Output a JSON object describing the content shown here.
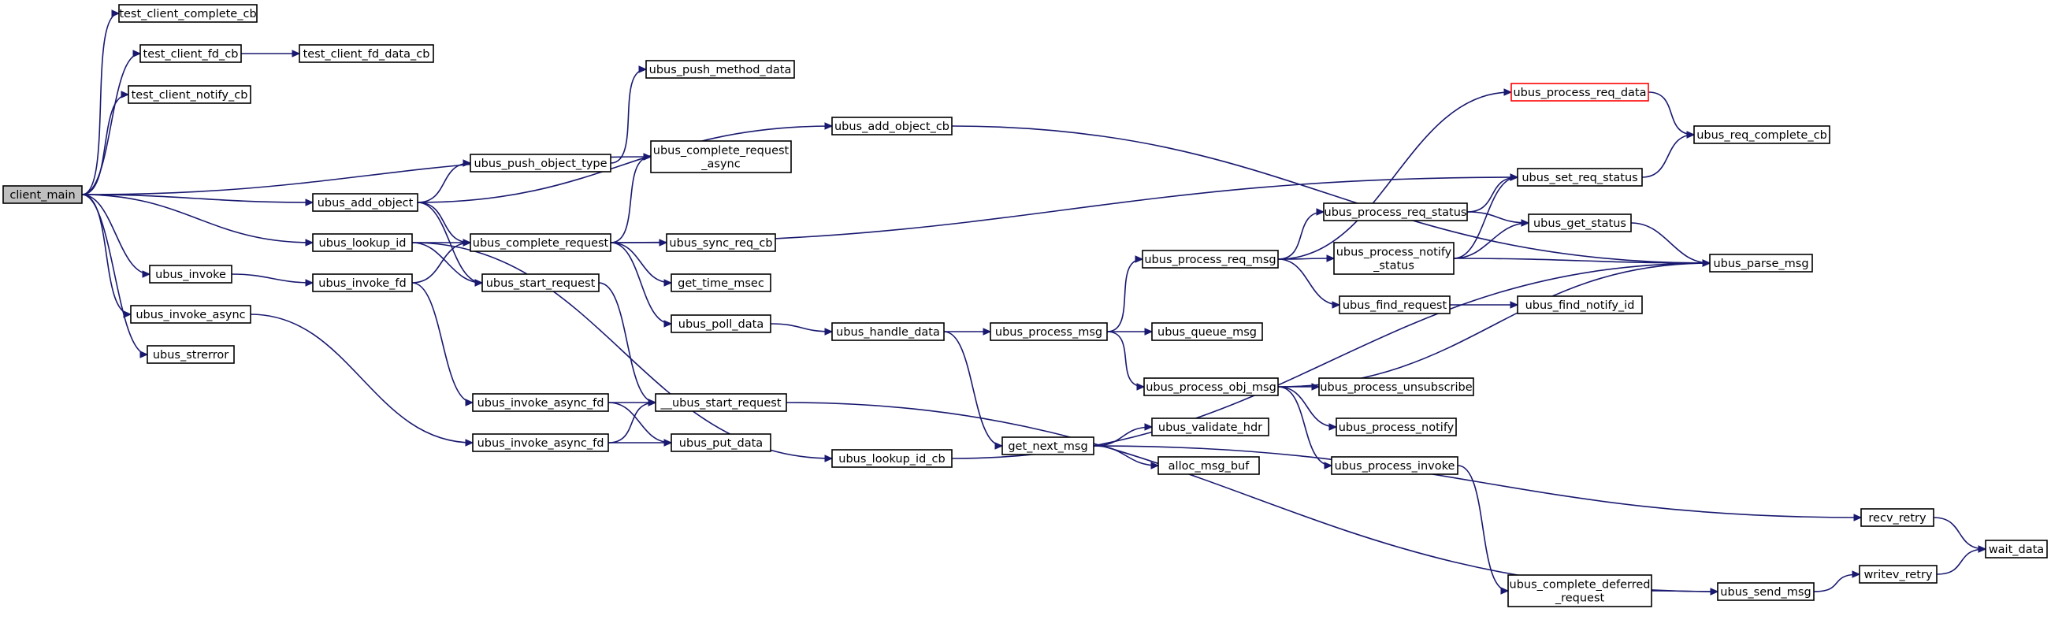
{
  "colors": {
    "edge": "#191970",
    "node_border": "#000000",
    "node_fill": "#ffffff",
    "root_fill": "#bfbfbf",
    "highlight_border": "#ff0000"
  },
  "nodes": [
    {
      "id": "client_main",
      "label": "client_main",
      "root": true
    },
    {
      "id": "test_client_complete_cb",
      "label": "test_client_complete_cb"
    },
    {
      "id": "test_client_fd_cb",
      "label": "test_client_fd_cb"
    },
    {
      "id": "test_client_fd_data_cb",
      "label": "test_client_fd_data_cb"
    },
    {
      "id": "test_client_notify_cb",
      "label": "test_client_notify_cb"
    },
    {
      "id": "ubus_add_object",
      "label": "ubus_add_object"
    },
    {
      "id": "ubus_lookup_id",
      "label": "ubus_lookup_id"
    },
    {
      "id": "ubus_invoke",
      "label": "ubus_invoke"
    },
    {
      "id": "ubus_invoke_async",
      "label": "ubus_invoke_async"
    },
    {
      "id": "ubus_strerror",
      "label": "ubus_strerror"
    },
    {
      "id": "ubus_invoke_fd",
      "label": "ubus_invoke_fd"
    },
    {
      "id": "ubus_push_object_type",
      "label": "ubus_push_object_type"
    },
    {
      "id": "ubus_complete_request",
      "label": "ubus_complete_request"
    },
    {
      "id": "ubus_start_request",
      "label": "ubus_start_request"
    },
    {
      "id": "ubus_invoke_async_fd_1",
      "label": "ubus_invoke_async_fd"
    },
    {
      "id": "ubus_invoke_async_fd_2",
      "label": "ubus_invoke_async_fd"
    },
    {
      "id": "ubus_push_method_data",
      "label": "ubus_push_method_data"
    },
    {
      "id": "ubus_complete_request_async",
      "label": "ubus_complete_request",
      "label2": "_async"
    },
    {
      "id": "ubus_sync_req_cb",
      "label": "ubus_sync_req_cb"
    },
    {
      "id": "get_time_msec",
      "label": "get_time_msec"
    },
    {
      "id": "ubus_poll_data",
      "label": "ubus_poll_data"
    },
    {
      "id": "__ubus_start_request",
      "label": "__ubus_start_request"
    },
    {
      "id": "ubus_put_data",
      "label": "ubus_put_data"
    },
    {
      "id": "ubus_add_object_cb",
      "label": "ubus_add_object_cb"
    },
    {
      "id": "ubus_lookup_id_cb",
      "label": "ubus_lookup_id_cb"
    },
    {
      "id": "ubus_handle_data",
      "label": "ubus_handle_data"
    },
    {
      "id": "ubus_process_msg",
      "label": "ubus_process_msg"
    },
    {
      "id": "get_next_msg",
      "label": "get_next_msg"
    },
    {
      "id": "ubus_process_req_msg",
      "label": "ubus_process_req_msg"
    },
    {
      "id": "ubus_queue_msg",
      "label": "ubus_queue_msg"
    },
    {
      "id": "ubus_process_obj_msg",
      "label": "ubus_process_obj_msg"
    },
    {
      "id": "ubus_validate_hdr",
      "label": "ubus_validate_hdr"
    },
    {
      "id": "alloc_msg_buf",
      "label": "alloc_msg_buf"
    },
    {
      "id": "ubus_process_req_status",
      "label": "ubus_process_req_status"
    },
    {
      "id": "ubus_process_notify_status",
      "label": "ubus_process_notify",
      "label2": "_status"
    },
    {
      "id": "ubus_find_request",
      "label": "ubus_find_request"
    },
    {
      "id": "ubus_process_unsubscribe",
      "label": "ubus_process_unsubscribe"
    },
    {
      "id": "ubus_process_notify",
      "label": "ubus_process_notify"
    },
    {
      "id": "ubus_process_invoke",
      "label": "ubus_process_invoke"
    },
    {
      "id": "ubus_complete_deferred_request",
      "label": "ubus_complete_deferred",
      "label2": "_request"
    },
    {
      "id": "ubus_process_req_data",
      "label": "ubus_process_req_data",
      "highlight": true
    },
    {
      "id": "ubus_set_req_status",
      "label": "ubus_set_req_status"
    },
    {
      "id": "ubus_get_status",
      "label": "ubus_get_status"
    },
    {
      "id": "ubus_find_notify_id",
      "label": "ubus_find_notify_id"
    },
    {
      "id": "ubus_send_msg",
      "label": "ubus_send_msg"
    },
    {
      "id": "ubus_req_complete_cb",
      "label": "ubus_req_complete_cb"
    },
    {
      "id": "ubus_parse_msg",
      "label": "ubus_parse_msg"
    },
    {
      "id": "recv_retry",
      "label": "recv_retry"
    },
    {
      "id": "writev_retry",
      "label": "writev_retry"
    },
    {
      "id": "wait_data",
      "label": "wait_data"
    }
  ],
  "edges": [
    [
      "client_main",
      "test_client_complete_cb"
    ],
    [
      "client_main",
      "test_client_fd_cb"
    ],
    [
      "client_main",
      "test_client_notify_cb"
    ],
    [
      "client_main",
      "ubus_complete_request_async"
    ],
    [
      "client_main",
      "ubus_add_object"
    ],
    [
      "client_main",
      "ubus_lookup_id"
    ],
    [
      "client_main",
      "ubus_invoke"
    ],
    [
      "client_main",
      "ubus_invoke_async"
    ],
    [
      "client_main",
      "ubus_strerror"
    ],
    [
      "test_client_fd_cb",
      "test_client_fd_data_cb"
    ],
    [
      "ubus_add_object",
      "ubus_push_object_type"
    ],
    [
      "ubus_add_object",
      "ubus_complete_request"
    ],
    [
      "ubus_add_object",
      "ubus_start_request"
    ],
    [
      "ubus_add_object",
      "ubus_add_object_cb"
    ],
    [
      "ubus_push_object_type",
      "ubus_push_method_data"
    ],
    [
      "ubus_lookup_id",
      "ubus_complete_request"
    ],
    [
      "ubus_lookup_id",
      "ubus_start_request"
    ],
    [
      "ubus_lookup_id",
      "ubus_lookup_id_cb"
    ],
    [
      "ubus_invoke",
      "ubus_invoke_fd"
    ],
    [
      "ubus_invoke_fd",
      "ubus_complete_request"
    ],
    [
      "ubus_invoke_fd",
      "ubus_invoke_async_fd_1"
    ],
    [
      "ubus_invoke_async",
      "ubus_invoke_async_fd_2"
    ],
    [
      "ubus_complete_request",
      "ubus_complete_request_async"
    ],
    [
      "ubus_complete_request",
      "ubus_sync_req_cb"
    ],
    [
      "ubus_complete_request",
      "get_time_msec"
    ],
    [
      "ubus_complete_request",
      "ubus_poll_data"
    ],
    [
      "ubus_complete_request",
      "ubus_set_req_status"
    ],
    [
      "ubus_start_request",
      "__ubus_start_request"
    ],
    [
      "ubus_invoke_async_fd_1",
      "__ubus_start_request"
    ],
    [
      "ubus_invoke_async_fd_1",
      "ubus_put_data"
    ],
    [
      "ubus_invoke_async_fd_2",
      "__ubus_start_request"
    ],
    [
      "ubus_invoke_async_fd_2",
      "ubus_put_data"
    ],
    [
      "ubus_poll_data",
      "ubus_handle_data"
    ],
    [
      "__ubus_start_request",
      "ubus_send_msg"
    ],
    [
      "ubus_add_object_cb",
      "ubus_parse_msg"
    ],
    [
      "ubus_lookup_id_cb",
      "ubus_parse_msg"
    ],
    [
      "ubus_handle_data",
      "ubus_process_msg"
    ],
    [
      "ubus_handle_data",
      "get_next_msg"
    ],
    [
      "ubus_process_msg",
      "ubus_process_req_msg"
    ],
    [
      "ubus_process_msg",
      "ubus_queue_msg"
    ],
    [
      "ubus_process_msg",
      "ubus_process_obj_msg"
    ],
    [
      "get_next_msg",
      "ubus_validate_hdr"
    ],
    [
      "get_next_msg",
      "alloc_msg_buf"
    ],
    [
      "get_next_msg",
      "recv_retry"
    ],
    [
      "ubus_process_req_msg",
      "ubus_process_req_data"
    ],
    [
      "ubus_process_req_msg",
      "ubus_process_req_status"
    ],
    [
      "ubus_process_req_msg",
      "ubus_process_notify_status"
    ],
    [
      "ubus_process_req_msg",
      "ubus_find_request"
    ],
    [
      "ubus_process_obj_msg",
      "ubus_parse_msg"
    ],
    [
      "ubus_process_obj_msg",
      "ubus_process_unsubscribe"
    ],
    [
      "ubus_process_obj_msg",
      "ubus_process_notify"
    ],
    [
      "ubus_process_obj_msg",
      "ubus_process_invoke"
    ],
    [
      "ubus_process_req_status",
      "ubus_set_req_status"
    ],
    [
      "ubus_process_req_status",
      "ubus_get_status"
    ],
    [
      "ubus_process_notify_status",
      "ubus_set_req_status"
    ],
    [
      "ubus_process_notify_status",
      "ubus_get_status"
    ],
    [
      "ubus_process_notify_status",
      "ubus_parse_msg"
    ],
    [
      "ubus_find_request",
      "ubus_find_notify_id"
    ],
    [
      "ubus_process_invoke",
      "ubus_complete_deferred_request"
    ],
    [
      "ubus_complete_deferred_request",
      "ubus_send_msg"
    ],
    [
      "ubus_process_req_data",
      "ubus_req_complete_cb"
    ],
    [
      "ubus_set_req_status",
      "ubus_req_complete_cb"
    ],
    [
      "ubus_get_status",
      "ubus_parse_msg"
    ],
    [
      "ubus_send_msg",
      "writev_retry"
    ],
    [
      "recv_retry",
      "wait_data"
    ],
    [
      "writev_retry",
      "wait_data"
    ]
  ]
}
